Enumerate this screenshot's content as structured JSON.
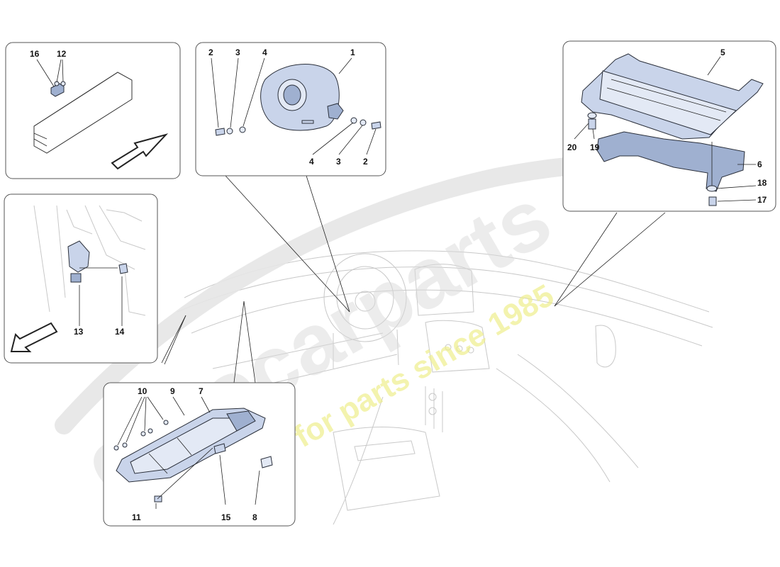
{
  "watermark": {
    "brand": "eurocarparts",
    "tagline": "a passion for parts since 1985",
    "brand_color": "#d9d9d9",
    "tagline_color": "#eeee88"
  },
  "callouts": {
    "p1": "1",
    "p2a": "2",
    "p2b": "2",
    "p3a": "3",
    "p3b": "3",
    "p4a": "4",
    "p4b": "4",
    "p5": "5",
    "p6": "6",
    "p7": "7",
    "p8": "8",
    "p9": "9",
    "p10": "10",
    "p11": "11",
    "p12": "12",
    "p13": "13",
    "p14": "14",
    "p15": "15",
    "p16": "16",
    "p17": "17",
    "p18": "18",
    "p19": "19",
    "p20": "20"
  },
  "colors": {
    "part_fill": "#c9d4ea",
    "outline": "#2a2f3a",
    "background_car": "#c8c8c8"
  }
}
